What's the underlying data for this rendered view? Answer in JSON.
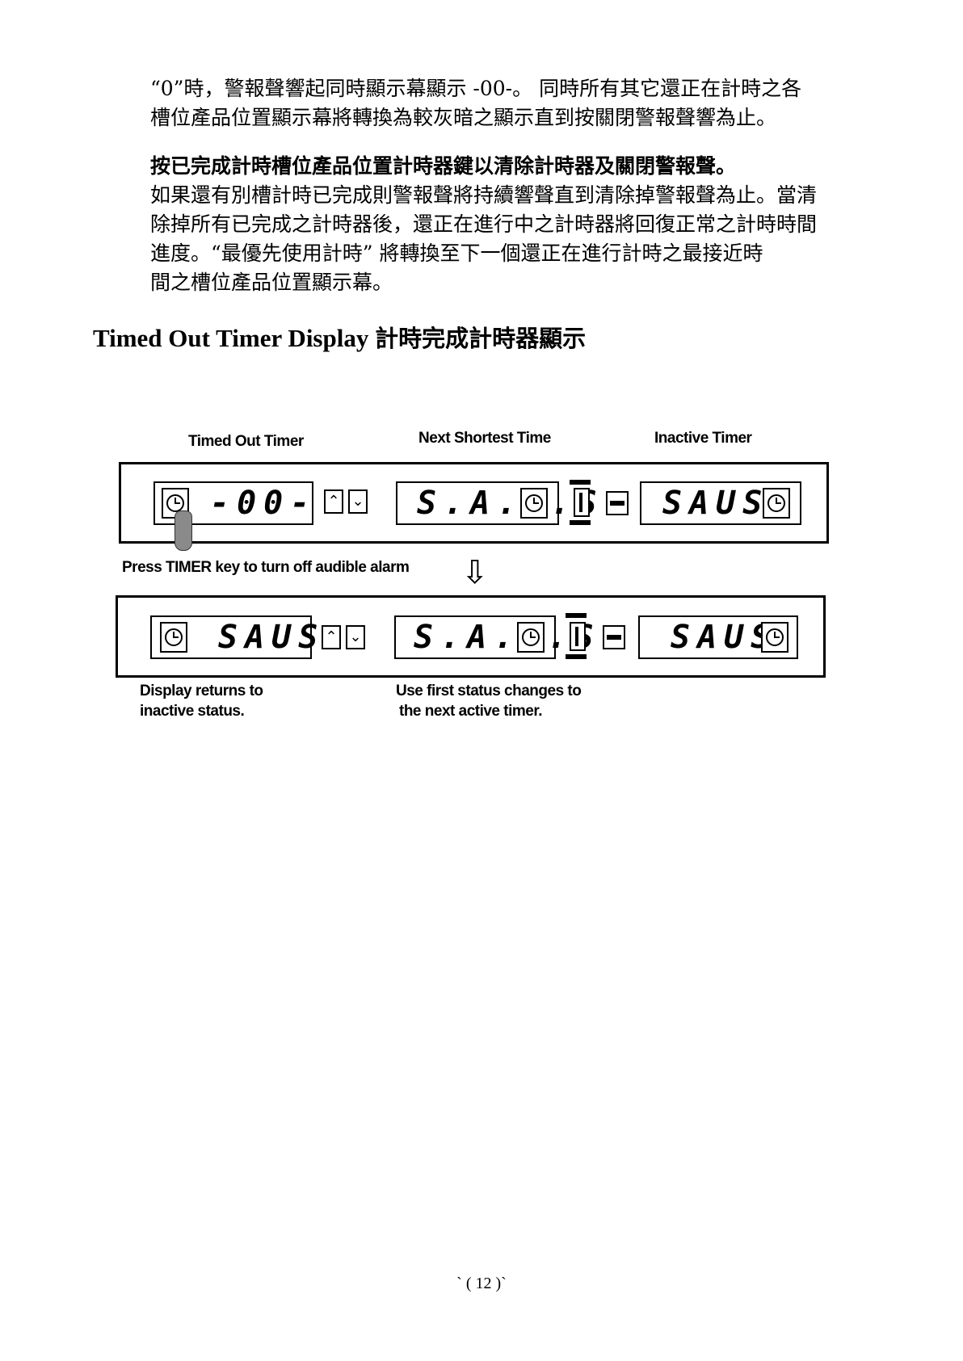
{
  "paragraph1": [
    "“0”時，警報聲響起同時顯示幕顯示 -00-。 同時所有其它還正在計時之各",
    "槽位產品位置顯示幕將轉換為較灰暗之顯示直到按關閉警報聲響為止。"
  ],
  "paragraph2": {
    "bold": "按已完成計時槽位產品位置計時器鍵以清除計時器及關閉警報聲。",
    "lines": [
      "如果還有別槽計時已完成則警報聲將持續響聲直到清除掉警報聲為止。當清",
      "除掉所有已完成之計時器後，還正在進行中之計時器將回復正常之計時時間",
      "進度。“最優先使用計時” 將轉換至下一個還正在進行計時之最接近時",
      "間之槽位產品位置顯示幕。"
    ]
  },
  "heading": {
    "en": "Timed Out Timer Display",
    "zh": "計時完成計時器顯示"
  },
  "diagram": {
    "labels": {
      "timed_out_timer": "Timed Out Timer",
      "next_shortest_time": "Next Shortest Time",
      "inactive_timer": "Inactive Timer",
      "press_timer": "Press TIMER key to turn off audible alarm",
      "display_returns_1": "Display returns to",
      "display_returns_2": "inactive status.",
      "use_first_1": "Use first status changes to",
      "use_first_2": "the next active timer."
    },
    "panel1": {
      "left_display": "-00-",
      "middle_display": "S.A.U.S.",
      "right_display": "SAUS"
    },
    "panel2": {
      "left_display": "SAUS",
      "middle_display": "S.A.U.S",
      "right_display": "SAUS"
    },
    "icons": {
      "clock": "clock-icon",
      "up": "up-chevron-icon",
      "down": "down-chevron-icon",
      "enter": "enter-icon",
      "minus": "minus-icon",
      "arrow": "down-arrow-icon",
      "finger": "pointing-finger-icon"
    },
    "arrow_glyph": "⇩",
    "up_glyph": "⌃",
    "down_glyph": "⌄"
  },
  "page_number": "` ( 12 )`"
}
